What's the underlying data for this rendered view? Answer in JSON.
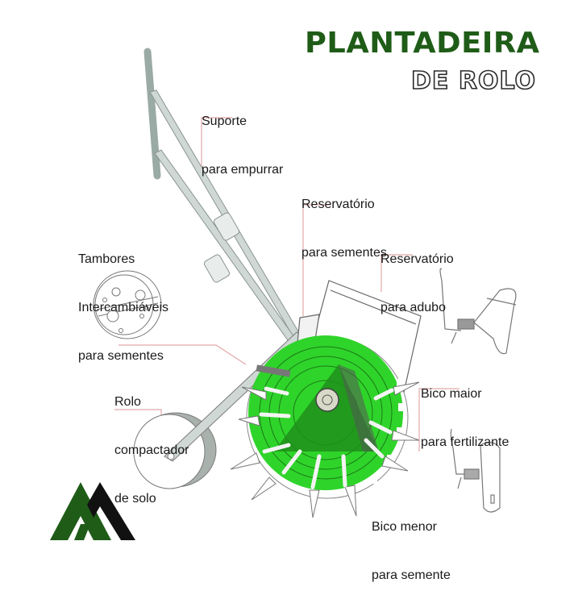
{
  "title": {
    "main": "PLANTADEIRA",
    "sub": "DE ROLO",
    "main_color": "#1f5c18",
    "sub_stroke_color": "#2a2a2a"
  },
  "labels": [
    {
      "id": "suporte",
      "line1": "Suporte",
      "line2": "para empurrar",
      "line3": ""
    },
    {
      "id": "reservatorio-sementes",
      "line1": "Reservatório",
      "line2": "para sementes",
      "line3": ""
    },
    {
      "id": "reservatorio-adubo",
      "line1": "Reservatório",
      "line2": "para adubo",
      "line3": ""
    },
    {
      "id": "tambores",
      "line1": "Tambores",
      "line2": "Intercambiáveis",
      "line3": "para sementes"
    },
    {
      "id": "rolo",
      "line1": "Rolo",
      "line2": "compactador",
      "line3": "de solo"
    },
    {
      "id": "bico-maior",
      "line1": "Bico maior",
      "line2": "para fertilizante",
      "line3": ""
    },
    {
      "id": "bico-menor",
      "line1": "Bico menor",
      "line2": "para semente",
      "line3": ""
    }
  ],
  "colors": {
    "drum_green": "#2fd42a",
    "drum_dark_green": "#1d8a1a",
    "frame_gray": "#c9d1cd",
    "outline": "#6a6a6a",
    "leader_line": "#e0a8a8",
    "logo_green": "#1f5c18",
    "logo_black": "#111111"
  },
  "logo": {
    "name": "brand-logo-mountains"
  }
}
